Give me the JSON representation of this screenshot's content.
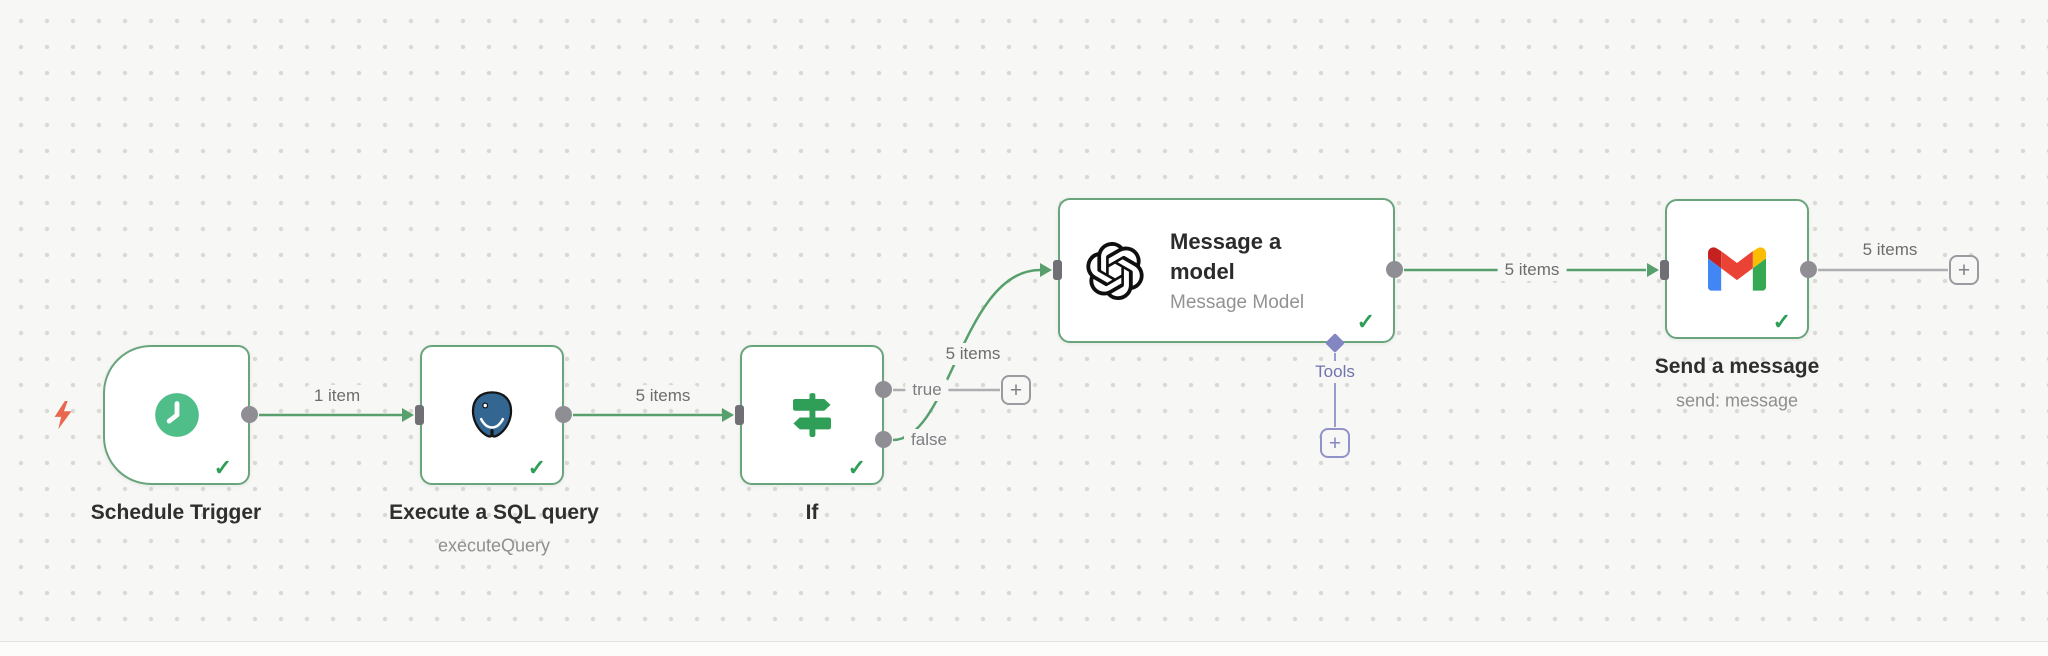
{
  "app": {
    "name": "workflow editor canvas"
  },
  "colors": {
    "canvas_bg": "#f7f7f5",
    "grid_dot": "#dadad5",
    "node_border_green": "#69a47c",
    "connection_green": "#57a06c",
    "connection_gray": "#aeaeb3",
    "tools_slate": "#8486c2",
    "success_check": "#2f9e56",
    "trigger_bolt": "#e9674f",
    "clock_mint": "#4fbe89",
    "postgres_blue": "#336791"
  },
  "icons": {
    "check": "✓",
    "plus": "+"
  },
  "nodes": [
    {
      "label": "Schedule Trigger",
      "icon": "clock-icon",
      "type": "trigger"
    },
    {
      "label": "Execute a SQL query",
      "subtitle": "executeQuery",
      "icon": "postgresql-icon"
    },
    {
      "label": "If",
      "icon": "signpost-icon",
      "outputs": [
        "true",
        "false"
      ]
    },
    {
      "label": "Message a model",
      "subtitle": "Message Model",
      "icon": "openai-icon",
      "tools_label": "Tools"
    },
    {
      "label": "Send a message",
      "subtitle": "send: message",
      "icon": "gmail-icon"
    }
  ],
  "connections": [
    {
      "from": "Schedule Trigger",
      "to": "Execute a SQL query",
      "label": "1 item"
    },
    {
      "from": "Execute a SQL query",
      "to": "If",
      "label": "5 items"
    },
    {
      "from": "If (false)",
      "to": "Message a model",
      "label": "5 items"
    },
    {
      "from": "Message a model",
      "to": "Send a message",
      "label": "5 items"
    },
    {
      "from": "Send a message",
      "to": "unconnected",
      "label": "5 items"
    }
  ]
}
